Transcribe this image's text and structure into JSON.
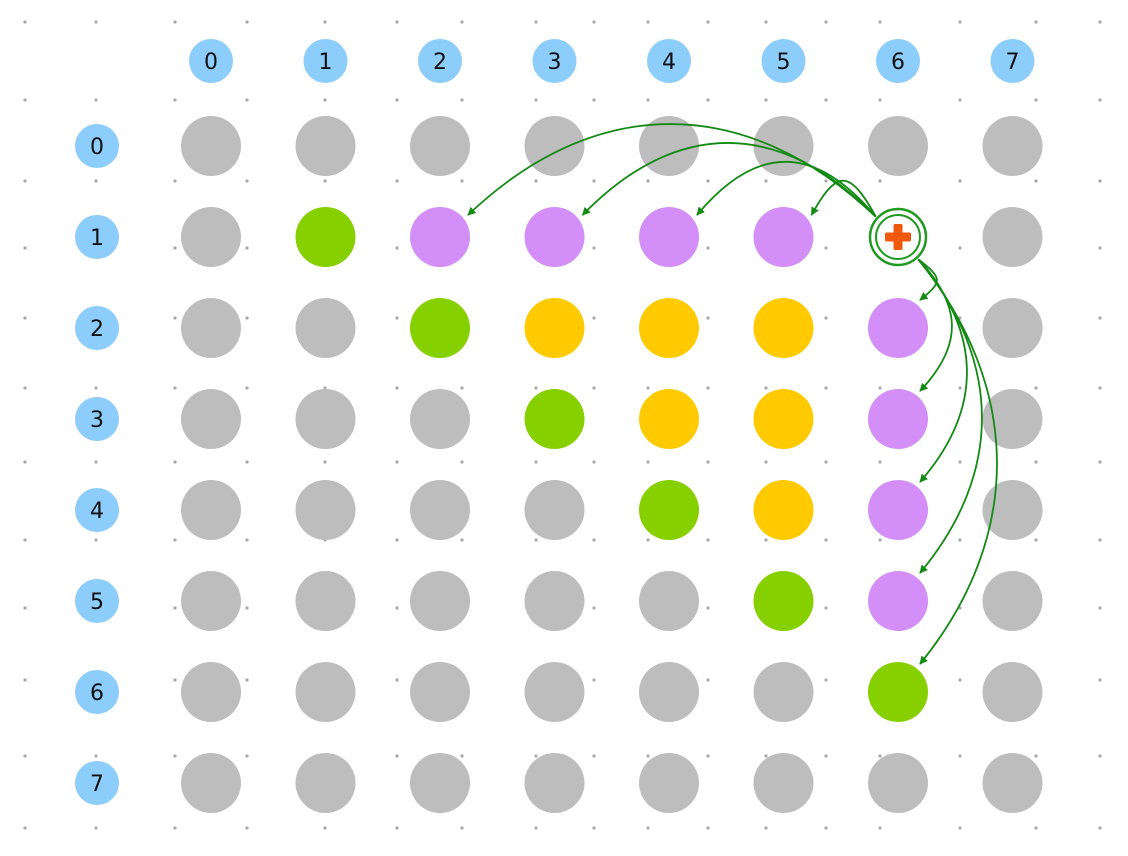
{
  "column_labels": [
    "0",
    "1",
    "2",
    "3",
    "4",
    "5",
    "6",
    "7"
  ],
  "row_labels": [
    "0",
    "1",
    "2",
    "3",
    "4",
    "5",
    "6",
    "7"
  ],
  "colors": {
    "label_badge": "#8ccdfb",
    "gray": "#bdbdbd",
    "green": "#87d000",
    "purple": "#d38ef8",
    "orange": "#ffca00",
    "arrow": "#138a13",
    "source_ring": "#1f9a1f",
    "source_plus": "#f0590e",
    "dot_grid": "#a8a8a8"
  },
  "grid": [
    [
      "gray",
      "gray",
      "gray",
      "gray",
      "gray",
      "gray",
      "gray",
      "gray"
    ],
    [
      "gray",
      "green",
      "purple",
      "purple",
      "purple",
      "purple",
      "source",
      "gray"
    ],
    [
      "gray",
      "gray",
      "green",
      "orange",
      "orange",
      "orange",
      "purple",
      "gray"
    ],
    [
      "gray",
      "gray",
      "gray",
      "green",
      "orange",
      "orange",
      "purple",
      "gray"
    ],
    [
      "gray",
      "gray",
      "gray",
      "gray",
      "green",
      "orange",
      "purple",
      "gray"
    ],
    [
      "gray",
      "gray",
      "gray",
      "gray",
      "gray",
      "green",
      "purple",
      "gray"
    ],
    [
      "gray",
      "gray",
      "gray",
      "gray",
      "gray",
      "gray",
      "green",
      "gray"
    ],
    [
      "gray",
      "gray",
      "gray",
      "gray",
      "gray",
      "gray",
      "gray",
      "gray"
    ]
  ],
  "source": {
    "row": 1,
    "col": 6,
    "icon": "plus-icon"
  },
  "arrows": [
    {
      "row": 1,
      "col": 2
    },
    {
      "row": 1,
      "col": 3
    },
    {
      "row": 1,
      "col": 4
    },
    {
      "row": 1,
      "col": 5
    },
    {
      "row": 2,
      "col": 6
    },
    {
      "row": 3,
      "col": 6
    },
    {
      "row": 4,
      "col": 6
    },
    {
      "row": 5,
      "col": 6
    },
    {
      "row": 6,
      "col": 6
    }
  ]
}
